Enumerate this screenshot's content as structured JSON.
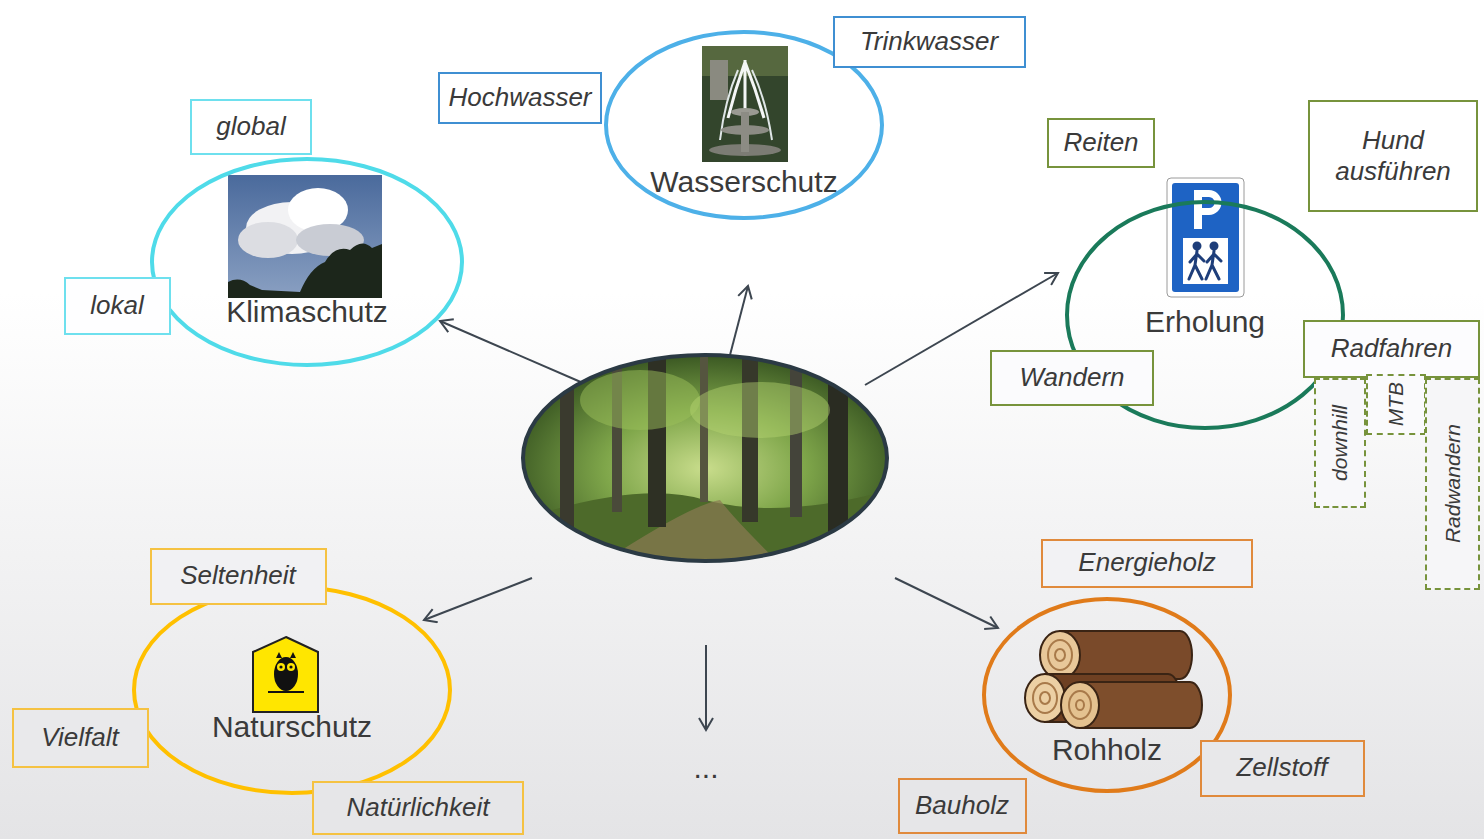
{
  "diagram": {
    "nodes": [
      {
        "text": [
          "Klimaschutz"
        ]
      },
      {
        "text": [
          "global"
        ]
      },
      {
        "text": [
          "lokal"
        ]
      },
      {
        "text": [
          "Wasserschutz"
        ]
      },
      {
        "text": [
          "Hochwasser"
        ]
      },
      {
        "text": [
          "Trinkwasser"
        ]
      },
      {
        "text": [
          "Erholung"
        ]
      },
      {
        "text": [
          "Reiten"
        ]
      },
      {
        "text": [
          "Hund ausführen"
        ]
      },
      {
        "text": [
          "Wandern"
        ]
      },
      {
        "text": [
          "Radfahren"
        ]
      },
      {
        "text": [
          "downhill"
        ]
      },
      {
        "text": [
          "MTB"
        ]
      },
      {
        "text": [
          "Radwandern"
        ]
      },
      {
        "text": [
          "Naturschutz"
        ]
      },
      {
        "text": [
          "Seltenheit"
        ]
      },
      {
        "text": [
          "Vielfalt"
        ]
      },
      {
        "text": [
          "Natürlichkeit"
        ]
      },
      {
        "text": [
          "Rohholz"
        ]
      },
      {
        "text": [
          "Energieholz"
        ]
      },
      {
        "text": [
          "Zellstoff"
        ]
      },
      {
        "text": [
          "Bauholz"
        ]
      }
    ],
    "labels": [
      "..."
    ]
  }
}
